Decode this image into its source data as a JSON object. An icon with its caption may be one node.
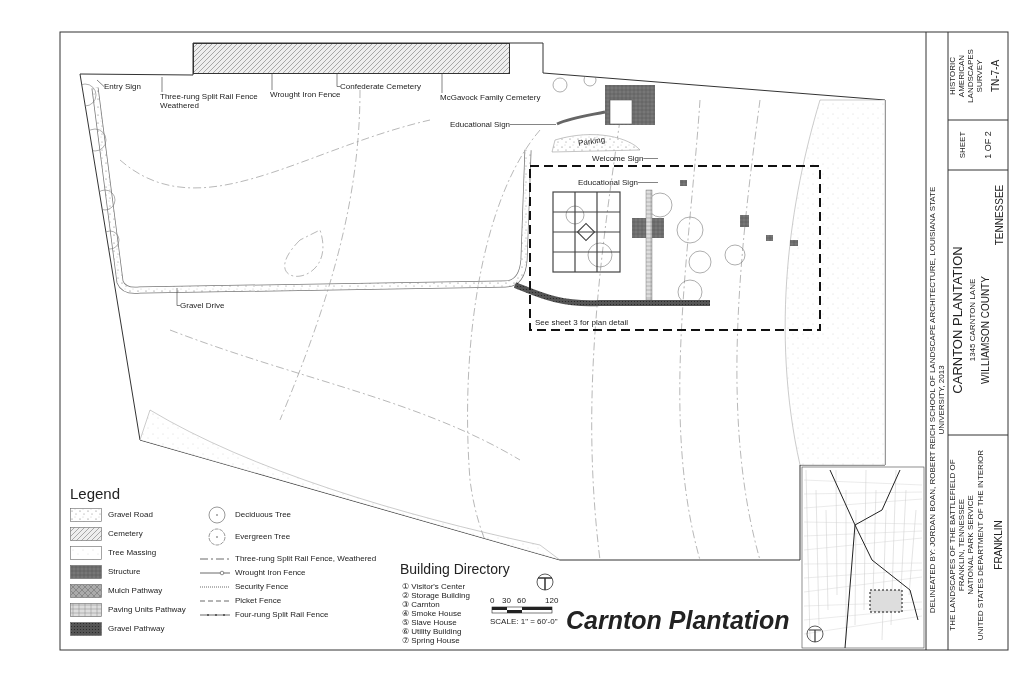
{
  "diagram": {
    "title": "Carnton Plantation",
    "nodes": [
      {
        "text": [
          "Entry Sign"
        ]
      },
      {
        "text": [
          "Three-rung Split Rail Fence Weathered"
        ]
      },
      {
        "text": [
          "Wrought Iron Fence"
        ]
      },
      {
        "text": [
          "Confederate Cemetery"
        ]
      },
      {
        "text": [
          "McGavock Family Cemetery"
        ]
      },
      {
        "text": [
          "Educational Sign"
        ]
      },
      {
        "text": [
          "Welcome Sign"
        ]
      },
      {
        "text": [
          "Educational Sign"
        ]
      },
      {
        "text": [
          "Gravel Drive"
        ]
      },
      {
        "text": [],
        "shape": "box"
      }
    ],
    "edges": [
      {
        "from": 0,
        "to": null,
        "arrow": "none"
      },
      {
        "from": 1,
        "to": null,
        "arrow": "none"
      },
      {
        "from": 2,
        "to": 9,
        "arrow": "none"
      },
      {
        "from": 3,
        "to": 9,
        "arrow": "none"
      },
      {
        "from": 4,
        "to": 9,
        "arrow": "none"
      },
      {
        "from": 5,
        "to": null,
        "arrow": "none"
      },
      {
        "from": 6,
        "to": null,
        "arrow": "none"
      },
      {
        "from": 7,
        "to": null,
        "arrow": "none"
      },
      {
        "from": 8,
        "to": null,
        "arrow": "none"
      }
    ],
    "labels": [
      "Parking",
      "See sheet 3 for plan detail",
      "Legend",
      "Building Directory",
      "① Visitor's Center",
      "② Storage Building",
      "③ Carnton",
      "④ Smoke House",
      "⑤ Slave House",
      "⑥ Utility Building",
      "⑦ Spring House",
      "0",
      "30",
      "60",
      "120",
      "SCALE: 1\" = 60'-0\"",
      "DELINEATED BY: JORDAN BOAN, ROBERT REICH SCHOOL OF LANDSCAPE ARCHITECTURE, LOUISIANA STATE UNIVERSITY, 2013",
      "THE LANDSCAPES OF THE BATTLEFIELD OF FRANKLIN, TENNESSEE",
      "NATIONAL PARK SERVICE",
      "UNITED STATES DEPARTMENT OF THE INTERIOR",
      "FRANKLIN",
      "CARNTON PLANTATION",
      "1345 CARNTON LANE",
      "WILLIAMSON COUNTY",
      "TENNESSEE",
      "SHEET",
      "1 OF 2",
      "HISTORIC AMERICAN LANDSCAPES SURVEY",
      "TN-7-A"
    ],
    "legend": [
      {
        "text": "Gravel Road"
      },
      {
        "text": "Cemetery"
      },
      {
        "text": "Tree Massing"
      },
      {
        "text": "Structure"
      },
      {
        "text": "Mulch Pathway"
      },
      {
        "text": "Paving Units Pathway"
      },
      {
        "text": "Gravel Pathway"
      },
      {
        "text": "Deciduous Tree"
      },
      {
        "text": "Evergreen Tree"
      },
      {
        "text": "Three-rung Split Rail Fence, Weathered"
      },
      {
        "text": "Wrought Iron Fence"
      },
      {
        "text": "Security Fence"
      },
      {
        "text": "Picket Fence"
      },
      {
        "text": "Four-rung Split Rail Fence"
      }
    ]
  }
}
